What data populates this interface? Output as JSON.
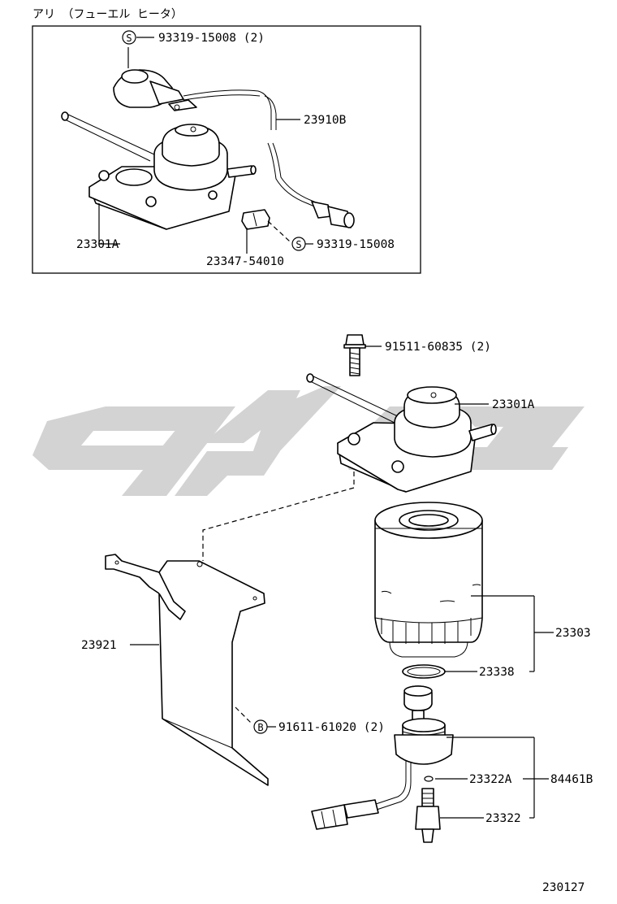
{
  "header": {
    "title": "アリ （フューエル ヒータ）"
  },
  "inset": {
    "labels": {
      "screw_top": "93319-15008 (2)",
      "screw_top_symbol": "S",
      "harness": "23910B",
      "filter_head": "23301A",
      "clamp": "23347-54010",
      "screw_bottom": "93319-15008",
      "screw_bottom_symbol": "S"
    }
  },
  "main": {
    "labels": {
      "bolt": "91511-60835 (2)",
      "head": "23301A",
      "bracket": "23921",
      "element": "23303",
      "gasket": "23338",
      "bolt_b": "91611-61020 (2)",
      "bolt_b_symbol": "B",
      "oring": "23322A",
      "switch": "23322",
      "kit": "84461B"
    }
  },
  "footer": {
    "code": "230127"
  }
}
